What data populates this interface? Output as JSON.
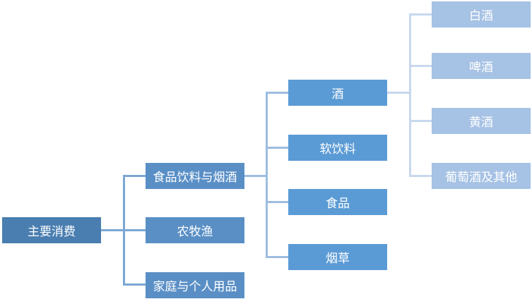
{
  "diagram": {
    "type": "tree",
    "root": {
      "label": "主要消费",
      "children": [
        {
          "label": "食品饮料与烟酒",
          "children": [
            {
              "label": "酒",
              "children": [
                {
                  "label": "白酒"
                },
                {
                  "label": "啤酒"
                },
                {
                  "label": "黄酒"
                },
                {
                  "label": "葡萄酒及其他"
                }
              ]
            },
            {
              "label": "软饮料"
            },
            {
              "label": "食品"
            },
            {
              "label": "烟草"
            }
          ]
        },
        {
          "label": "农牧渔"
        },
        {
          "label": "家庭与个人用品"
        }
      ]
    },
    "colors": {
      "level0": "#4a7eb0",
      "level1": "#5a8fc6",
      "level2": "#5b9bd5",
      "level3": "#a6c2e4"
    }
  }
}
